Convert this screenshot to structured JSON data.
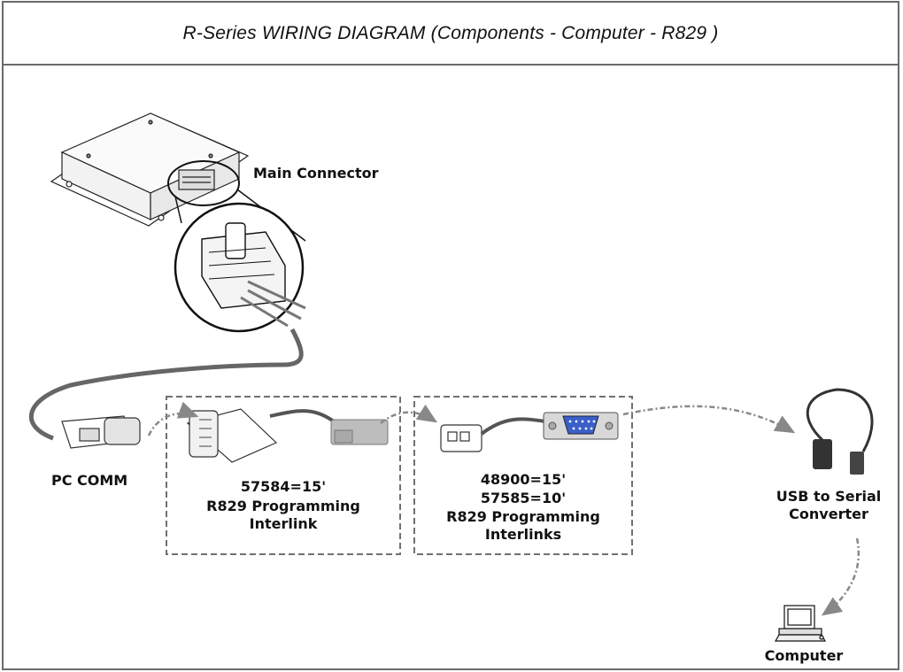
{
  "title": "R-Series WIRING DIAGRAM (Components - Computer - R829 )",
  "labels": {
    "main_connector": "Main Connector",
    "pc_comm": "PC COMM",
    "interlink_a_part": "57584=15'",
    "interlink_a_name_1": "R829 Programming",
    "interlink_a_name_2": "Interlink",
    "interlink_b_part_1": "48900=15'",
    "interlink_b_part_2": "57585=10'",
    "interlink_b_name_1": "R829 Programming",
    "interlink_b_name_2": "Interlinks",
    "usb_1": "USB to Serial",
    "usb_2": "Converter",
    "computer": "Computer"
  },
  "colors": {
    "border": "#6a6a6a",
    "dashed_box": "#707070",
    "cable": "#555555",
    "arrow": "#888888",
    "serial_port_blue": "#3a5fc8",
    "connector_gray": "#bdbdbd"
  },
  "icons": [
    "controller-module-icon",
    "connector-closeup-icon",
    "pc-comm-plug-icon",
    "interlink-plug-icon",
    "gray-adapter-icon",
    "small-connector-icon",
    "db9-port-icon",
    "usb-serial-cable-icon",
    "computer-icon"
  ]
}
